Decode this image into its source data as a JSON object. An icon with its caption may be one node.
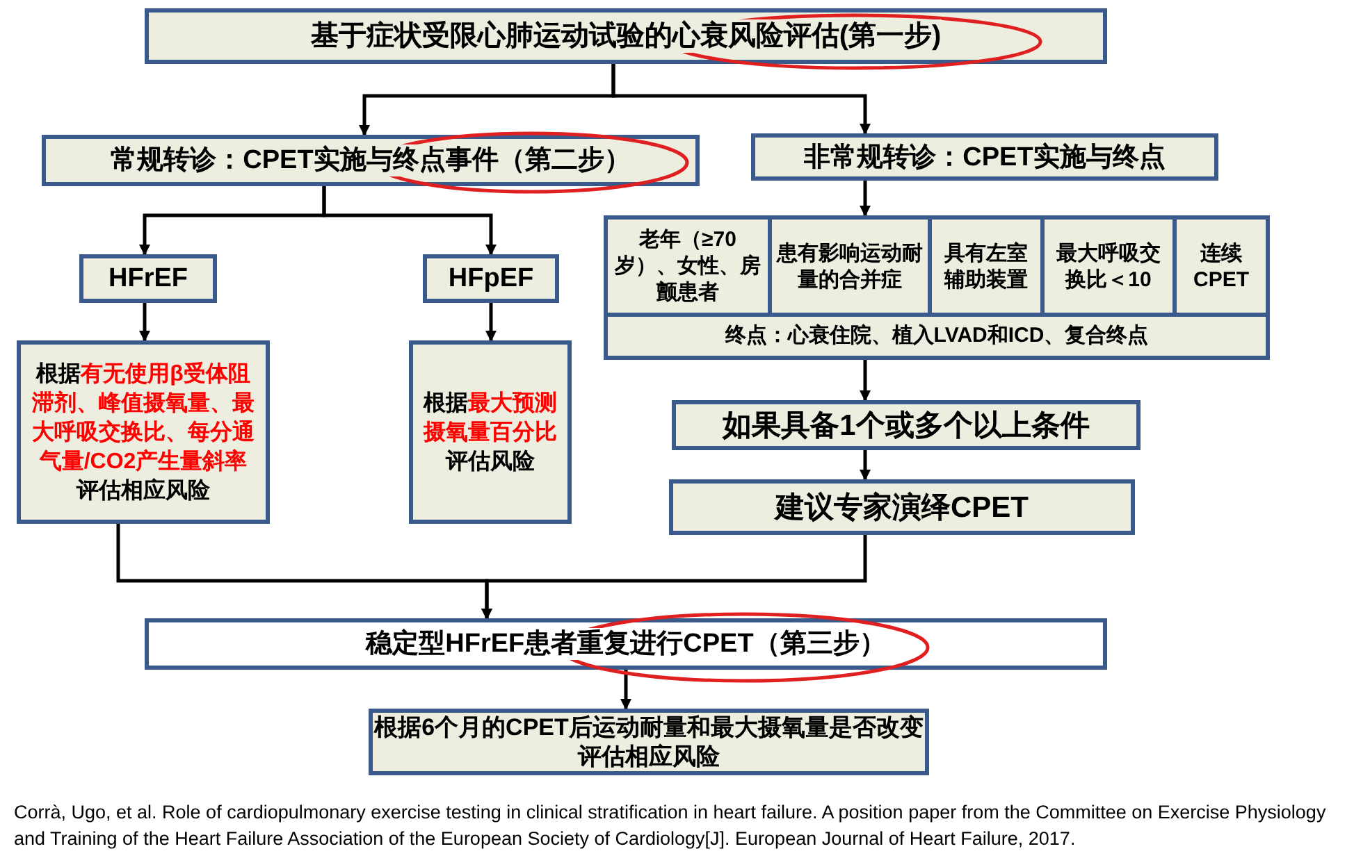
{
  "diagram": {
    "nodes": [
      {
        "text": [
          "基于症状受限心肺运动试验的心衰风险评估(第一步)"
        ]
      },
      {
        "text": [
          "常规转诊：CPET实施与终点事件（第二步）"
        ]
      },
      {
        "text": [
          "非常规转诊：CPET实施与终点"
        ]
      },
      {
        "text": [
          "终点：心衰住院、植入LVAD和ICD、复合终点"
        ]
      },
      {
        "text": [
          "老年（≥70岁）、女性、房颤患者"
        ],
        "in": 3
      },
      {
        "text": [
          "患有影响运动耐量的合并症"
        ],
        "in": 3
      },
      {
        "text": [
          "具有左室辅助装置"
        ],
        "in": 3
      },
      {
        "text": [
          "最大呼吸交换比＜10"
        ],
        "in": 3
      },
      {
        "text": [
          "连续CPET"
        ],
        "in": 3
      },
      {
        "text": [
          "HFrEF"
        ]
      },
      {
        "text": [
          "HFpEF"
        ]
      },
      {
        "text": [
          "根据",
          "有无使用β受体阻滞剂、峰值摄氧量、最大呼吸交换比、每分通气量/CO2产生量斜率",
          "评估相应风险"
        ]
      },
      {
        "text": [
          "根据",
          "最大预测摄氧量百分比",
          "评估风险"
        ]
      },
      {
        "text": [
          "如果具备1个或多个以上条件"
        ]
      },
      {
        "text": [
          "建议专家演绎CPET"
        ]
      },
      {
        "text": [
          "稳定型HFrEF患者重复进行CPET（第三步）"
        ]
      },
      {
        "text": [
          "根据6个月的CPET后运动耐量和最大摄氧量是否改变评估相应风险"
        ]
      }
    ],
    "edges": [
      {
        "from": 0,
        "to": 1,
        "arrow": "to"
      },
      {
        "from": 0,
        "to": 2,
        "arrow": "to"
      },
      {
        "from": 1,
        "to": 9,
        "arrow": "to"
      },
      {
        "from": 1,
        "to": 10,
        "arrow": "to"
      },
      {
        "from": 9,
        "to": 11,
        "arrow": "to"
      },
      {
        "from": 10,
        "to": 12,
        "arrow": "to"
      },
      {
        "from": 2,
        "to": 3,
        "arrow": "to"
      },
      {
        "from": 3,
        "to": 13,
        "arrow": "to"
      },
      {
        "from": 13,
        "to": 14,
        "arrow": "to"
      },
      {
        "from": 11,
        "to": 15,
        "arrow": "to"
      },
      {
        "from": 14,
        "to": 15,
        "arrow": "to"
      },
      {
        "from": 15,
        "to": 16,
        "arrow": "to"
      }
    ],
    "labels": [
      "Corrà, Ugo, et al. Role of cardiopulmonary exercise testing in clinical stratification in heart failure. A position paper from the Committee on Exercise Physiology and Training of the Heart Failure Association of the European Society of Cardiology[J]. European Journal of Heart Failure, 2017."
    ]
  }
}
